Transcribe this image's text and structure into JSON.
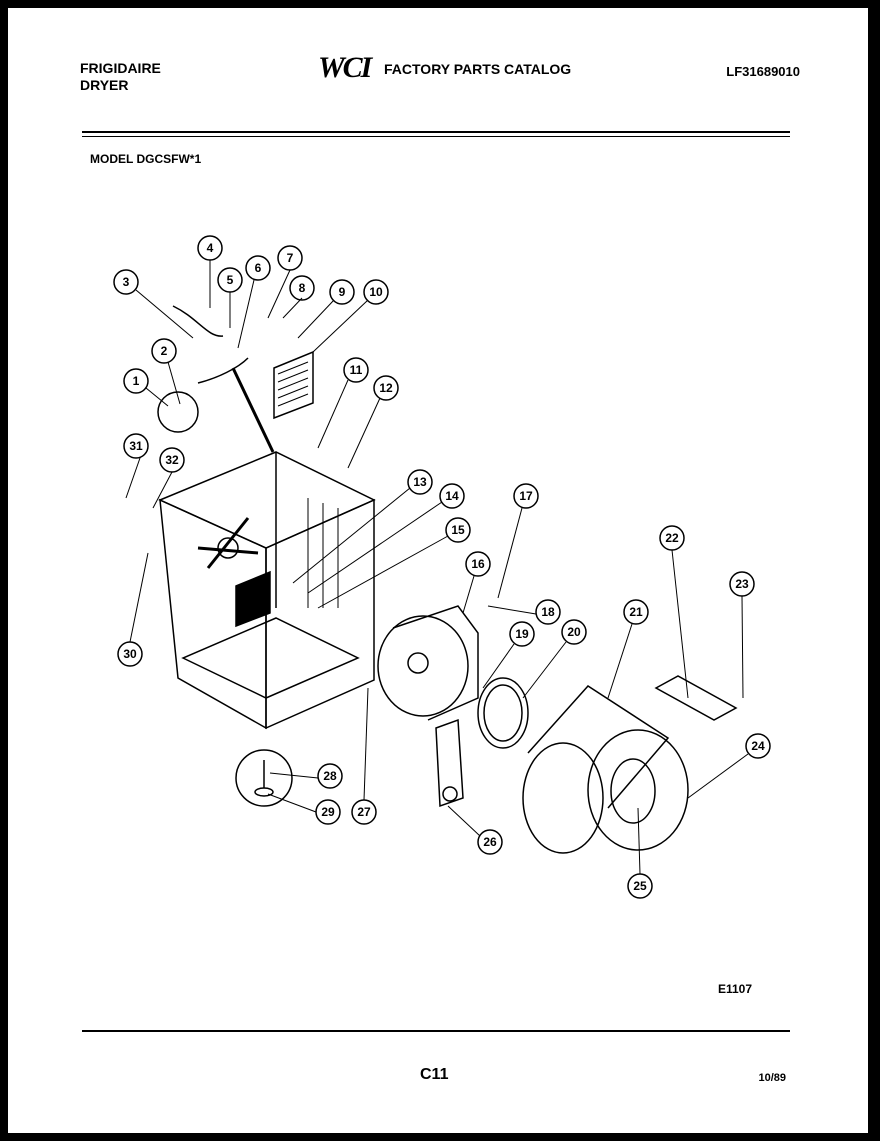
{
  "header": {
    "brand": "FRIGIDAIRE",
    "product": "DRYER",
    "logo": "WCI",
    "catalog_title": "FACTORY PARTS CATALOG",
    "catalog_number": "LF31689010"
  },
  "model": "MODEL DGCSFW*1",
  "callouts": [
    "1",
    "2",
    "3",
    "4",
    "5",
    "6",
    "7",
    "8",
    "9",
    "10",
    "11",
    "12",
    "13",
    "14",
    "15",
    "16",
    "17",
    "18",
    "19",
    "20",
    "21",
    "22",
    "23",
    "24",
    "25",
    "26",
    "27",
    "28",
    "29",
    "30",
    "31",
    "32"
  ],
  "footer": {
    "diagram_code": "E1107",
    "page": "C11",
    "date": "10/89"
  }
}
